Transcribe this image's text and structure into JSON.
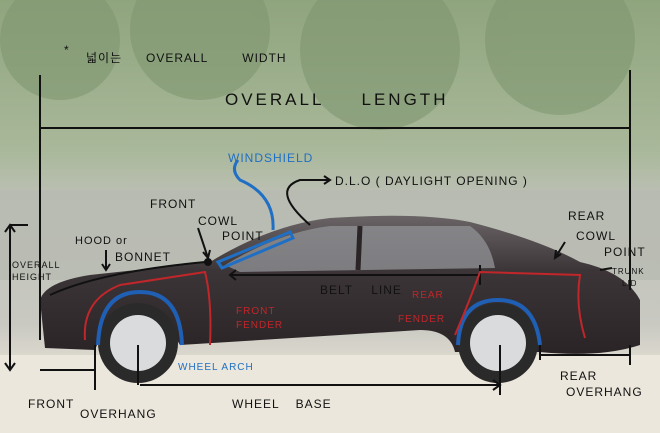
{
  "annotations": {
    "asterisk": "*",
    "korean_note": "넓이는",
    "overall_width": "OVERALL WIDTH",
    "overall_length": "OVERALL LENGTH",
    "windshield": "WINDSHIELD",
    "dlo": "D.L.O ( DAYLIGHT OPENING )",
    "front": "FRONT",
    "cowl": "COWL",
    "point": "POINT",
    "hood_or": "HOOD or",
    "bonnet": "BONNET",
    "overall": "OVERALL",
    "height": "HEIGHT",
    "belt_line": "BELT LINE",
    "rear_fender_1": "REAR",
    "rear_fender_2": "FENDER",
    "front_fender_1": "FRONT",
    "front_fender_2": "FENDER",
    "rear_cowl_1": "REAR",
    "rear_cowl_2": "COWL",
    "rear_cowl_3": "POINT",
    "trunk_1": "TRUNK",
    "trunk_2": "LID",
    "wheel_arch": "WHEEL ARCH",
    "front_overhang_1": "FRONT",
    "front_overhang_2": "OVERHANG",
    "wheel_base": "WHEEL BASE",
    "rear_overhang_1": "REAR",
    "rear_overhang_2": "OVERHANG"
  },
  "colors": {
    "ink": "#111111",
    "blue": "#1f6fc4",
    "red": "#c0262a"
  }
}
